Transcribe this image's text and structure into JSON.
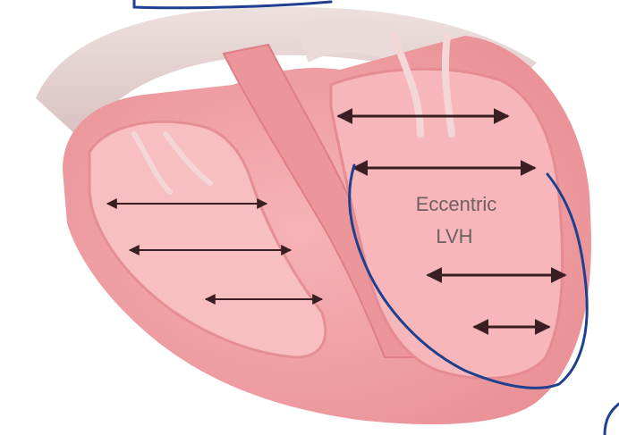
{
  "labels": {
    "line1": "Eccentric",
    "line2": "LVH"
  },
  "colors": {
    "myocardium": "#f1a2a6",
    "myocardium_dark": "#e07f86",
    "chamber": "#f7b9bb",
    "vessel": "#e8d6d4",
    "arrow": "#3a1f22",
    "annotation_ink": "#1f3f8f",
    "label": "#6e5f63"
  },
  "icons": [
    "double-headed-arrow",
    "hand-drawn-outline"
  ]
}
